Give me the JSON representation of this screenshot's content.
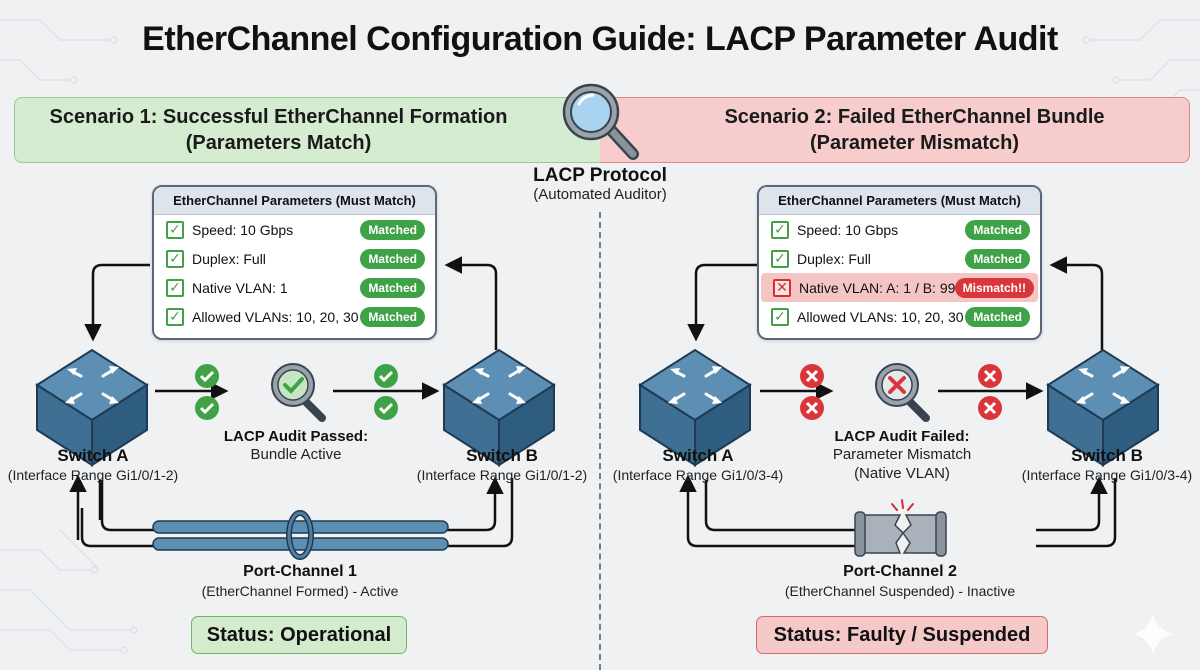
{
  "title": "EtherChannel Configuration Guide: LACP Parameter Audit",
  "center": {
    "icon": "magnifier-icon",
    "title": "LACP Protocol",
    "subtitle": "(Automated Auditor)"
  },
  "colors": {
    "success": "#3fa246",
    "failure": "#d9363b",
    "switch": "#4f7fa0",
    "success_banner": "#d6ecd0",
    "failure_banner": "#f6cdcc"
  },
  "scenario1": {
    "banner_line1": "Scenario 1: Successful EtherChannel Formation",
    "banner_line2": "(Parameters Match)",
    "params_header": "EtherChannel Parameters (Must Match)",
    "params": [
      {
        "label": "Speed: 10 Gbps",
        "status": "Matched",
        "ok": true
      },
      {
        "label": "Duplex: Full",
        "status": "Matched",
        "ok": true
      },
      {
        "label": "Native VLAN: 1",
        "status": "Matched",
        "ok": true
      },
      {
        "label": "Allowed VLANs: 10, 20, 30",
        "status": "Matched",
        "ok": true
      }
    ],
    "switch_a": {
      "name": "Switch A",
      "interface": "(Interface Range Gi1/0/1-2)"
    },
    "switch_b": {
      "name": "Switch B",
      "interface": "(Interface Range Gi1/0/1-2)"
    },
    "audit_title": "LACP Audit Passed:",
    "audit_sub1": "Bundle Active",
    "audit_sub2": "",
    "port_channel": "Port-Channel 1",
    "port_channel_sub": "(EtherChannel Formed) - Active",
    "status": "Status: Operational"
  },
  "scenario2": {
    "banner_line1": "Scenario 2: Failed EtherChannel Bundle",
    "banner_line2": "(Parameter Mismatch)",
    "params_header": "EtherChannel Parameters (Must Match)",
    "params": [
      {
        "label": "Speed: 10 Gbps",
        "status": "Matched",
        "ok": true
      },
      {
        "label": "Duplex: Full",
        "status": "Matched",
        "ok": true
      },
      {
        "label": "Native VLAN: A: 1 / B: 99",
        "status": "Mismatch!!",
        "ok": false
      },
      {
        "label": "Allowed VLANs: 10, 20, 30",
        "status": "Matched",
        "ok": true
      }
    ],
    "switch_a": {
      "name": "Switch A",
      "interface": "(Interface Range Gi1/0/3-4)"
    },
    "switch_b": {
      "name": "Switch B",
      "interface": "(Interface Range Gi1/0/3-4)"
    },
    "audit_title": "LACP Audit Failed:",
    "audit_sub1": "Parameter Mismatch",
    "audit_sub2": "(Native VLAN)",
    "port_channel": "Port-Channel 2",
    "port_channel_sub": "(EtherChannel Suspended) - Inactive",
    "status": "Status: Faulty / Suspended"
  },
  "icons": {
    "check": "✓",
    "cross": "✕"
  }
}
